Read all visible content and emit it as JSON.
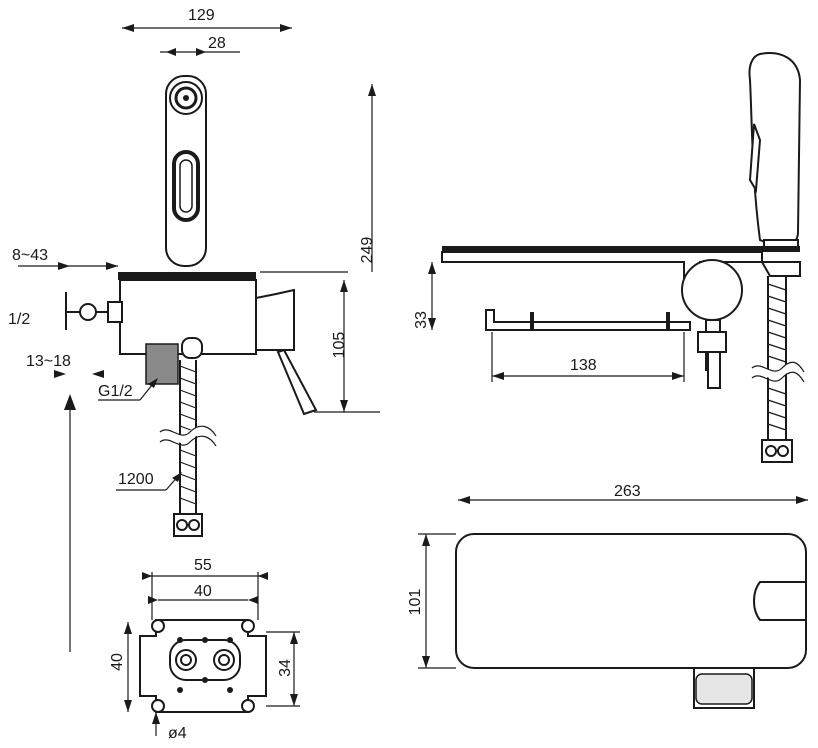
{
  "dimensions": {
    "width_129": "129",
    "width_28": "28",
    "range_8_43": "8~43",
    "height_249": "249",
    "thread_half": "1/2",
    "height_105": "105",
    "range_13_18": "13~18",
    "thread_g": "G1/2",
    "hose_1200": "1200",
    "height_33": "33",
    "width_138": "138",
    "width_263": "263",
    "height_101": "101",
    "plate_55": "55",
    "plate_40_w": "40",
    "plate_40_h": "40",
    "plate_34": "34",
    "hole_diameter": "ø4"
  }
}
